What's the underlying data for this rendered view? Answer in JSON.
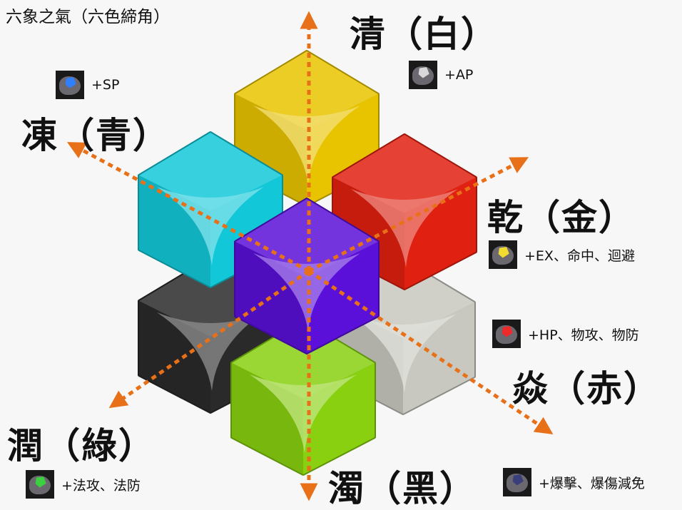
{
  "title": "六象之氣（六色締角）",
  "elements": [
    {
      "key": "white",
      "label": "清（白）",
      "buff": "+AP",
      "color": "#e8c400",
      "gem_color": "#d8d8d8"
    },
    {
      "key": "cyan",
      "label": "凍（青）",
      "buff": "+SP",
      "color": "#12c8d8",
      "gem_color": "#2f7fff"
    },
    {
      "key": "gold",
      "label": "乾（金）",
      "buff": "+EX、命中、迴避",
      "color": "#e02010",
      "gem_color": "#f0dc30"
    },
    {
      "key": "red",
      "label": "焱（赤）",
      "buff": "+HP、物攻、物防",
      "color": "#c8c8c0",
      "gem_color": "#ee2a2a"
    },
    {
      "key": "green",
      "label": "潤（綠）",
      "buff": "+法攻、法防",
      "color": "#2a2a2a",
      "gem_color": "#3ad040"
    },
    {
      "key": "black",
      "label": "濁（黑）",
      "buff": "+爆擊、爆傷減免",
      "color": "#88d010",
      "gem_color": "#3a3f7a"
    }
  ],
  "center_color": "#5a10d8",
  "arrow_color": "#e87018"
}
